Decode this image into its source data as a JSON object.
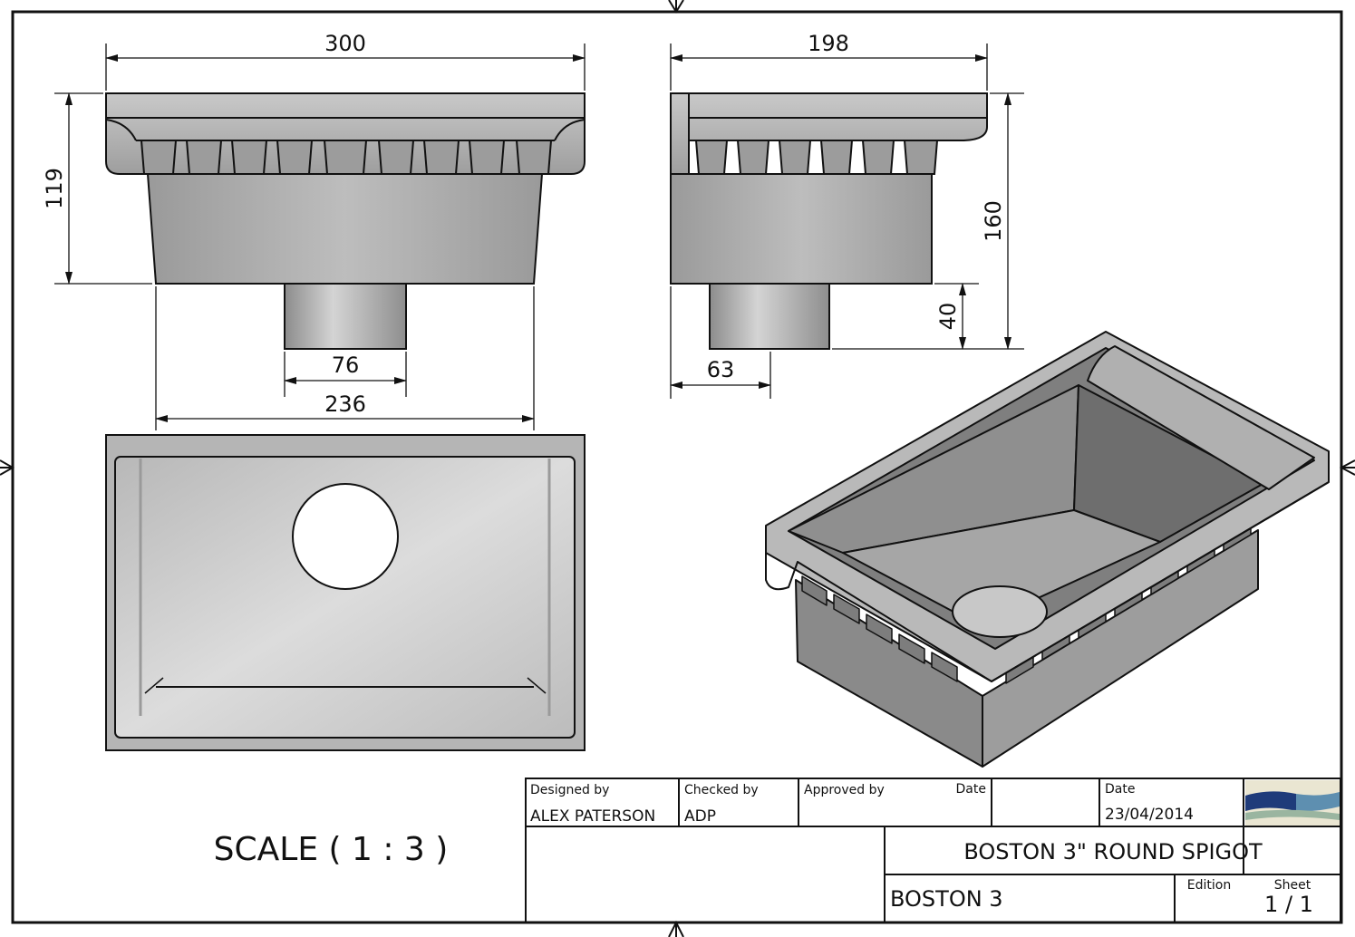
{
  "dimensions": {
    "front_width": "300",
    "front_height": "119",
    "outlet_diameter": "76",
    "bottom_width": "236",
    "side_width": "198",
    "side_height": "160",
    "spigot_height": "40",
    "side_outlet": "63"
  },
  "scale_text": "SCALE ( 1 : 3 )",
  "title_block": {
    "designed_by_label": "Designed by",
    "designed_by": "ALEX PATERSON",
    "checked_by_label": "Checked by",
    "checked_by": "ADP",
    "approved_by_label": "Approved by",
    "date_label_1": "Date",
    "date_label_2": "Date",
    "date": "23/04/2014",
    "title": "BOSTON 3\" ROUND SPIGOT",
    "part_number": "BOSTON 3",
    "edition_label": "Edition",
    "sheet_label": "Sheet",
    "sheet": "1 / 1"
  },
  "colors": {
    "line": "#111111",
    "part_fill": "#a9a9a9",
    "part_dark": "#6d6d6d",
    "part_light": "#d8d8d8"
  }
}
